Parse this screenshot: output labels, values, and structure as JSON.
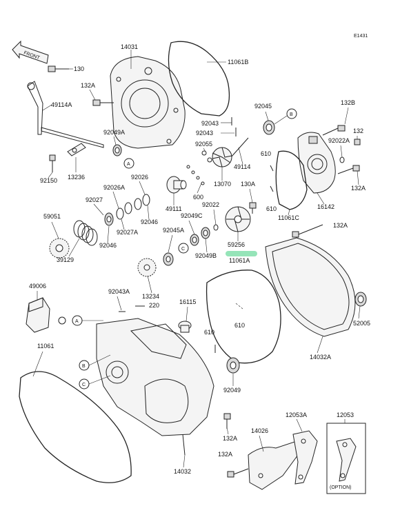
{
  "diagram_code": "E1431",
  "front_arrow_text": "FRONT",
  "option_text": "(OPTION)",
  "callout_letters": [
    "A",
    "B",
    "C"
  ],
  "highlighted_part": "59256",
  "part_labels": [
    "130",
    "14031",
    "11061B",
    "132A",
    "49114A",
    "92049A",
    "92045",
    "132B",
    "92043",
    "92055",
    "49114",
    "13070",
    "132",
    "92022A",
    "610",
    "92150",
    "13236",
    "92026",
    "92026A",
    "92027",
    "600",
    "130A",
    "59051",
    "49111",
    "92022",
    "92046",
    "92027A",
    "92049C",
    "92045A",
    "59256",
    "92049B",
    "11061A",
    "11061C",
    "16142",
    "39129",
    "13234",
    "49006",
    "92043A",
    "220",
    "16115",
    "52005",
    "11061",
    "14032A",
    "92049",
    "14026",
    "12053A",
    "12053",
    "14032"
  ],
  "colors": {
    "highlight": "#8fe3b4",
    "line": "#222222"
  }
}
